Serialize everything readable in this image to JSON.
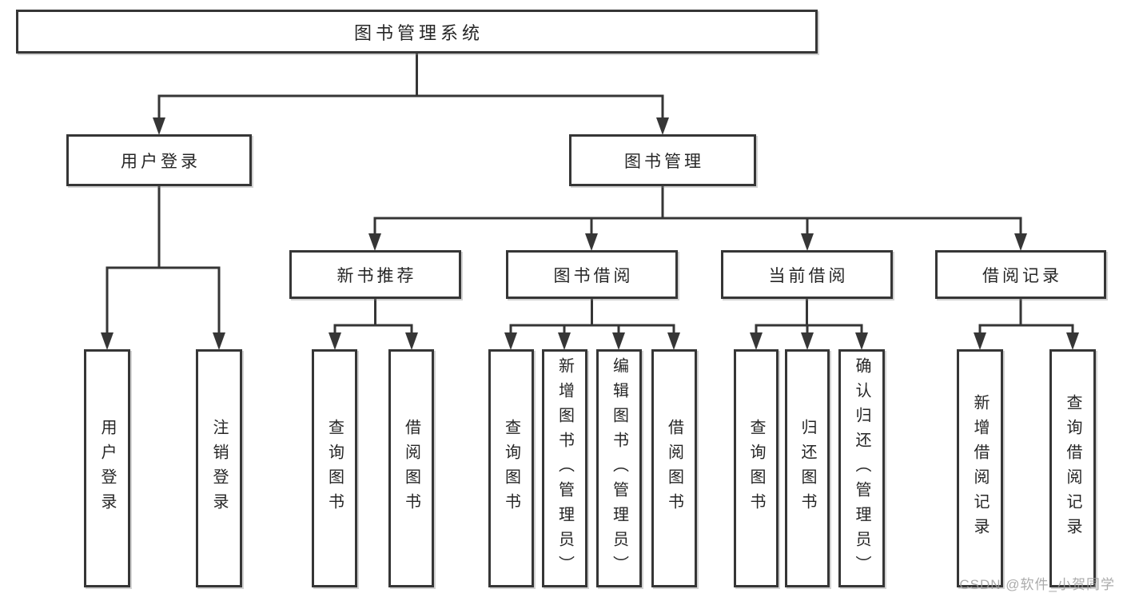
{
  "diagram": {
    "tree": {
      "label": "图书管理系统",
      "children": [
        {
          "label": "用户登录",
          "children": [
            {
              "label": "用户登录"
            },
            {
              "label": "注销登录"
            }
          ]
        },
        {
          "label": "图书管理",
          "children": [
            {
              "label": "新书推荐",
              "children": [
                {
                  "label": "查询图书"
                },
                {
                  "label": "借阅图书"
                }
              ]
            },
            {
              "label": "图书借阅",
              "children": [
                {
                  "label": "查询图书"
                },
                {
                  "label": "新增图书（管理员）"
                },
                {
                  "label": "编辑图书（管理员）"
                },
                {
                  "label": "借阅图书"
                }
              ]
            },
            {
              "label": "当前借阅",
              "children": [
                {
                  "label": "查询图书"
                },
                {
                  "label": "归还图书"
                },
                {
                  "label": "确认归还（管理员）"
                }
              ]
            },
            {
              "label": "借阅记录",
              "children": [
                {
                  "label": "新增借阅记录"
                },
                {
                  "label": "查询借阅记录"
                }
              ]
            }
          ]
        }
      ]
    },
    "colors": {
      "line": "#363636",
      "box_border": "#363636",
      "text": "#262626",
      "background": "#ffffff",
      "watermark": "#9c9c9c"
    }
  },
  "watermark": {
    "text": "CSDN @软件_小贺同学"
  }
}
